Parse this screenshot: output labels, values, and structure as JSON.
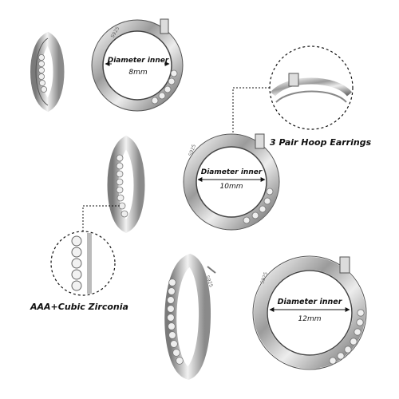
{
  "sizes": [
    {
      "label_top": "Diameter inner",
      "label_bottom": "8mm"
    },
    {
      "label_top": "Diameter inner",
      "label_bottom": "10mm"
    },
    {
      "label_top": "Diameter inner",
      "label_bottom": "12mm"
    }
  ],
  "callouts": {
    "title": "3 Pair Hoop Earrings",
    "stone": "AAA+Cubic Zirconia"
  },
  "stamp": "S925",
  "colors": {
    "metal_dark": "#6e6e6e",
    "metal_mid": "#bdbdbd",
    "metal_light": "#f4f4f4",
    "stone": "#e9e9e9",
    "text": "#111111"
  }
}
